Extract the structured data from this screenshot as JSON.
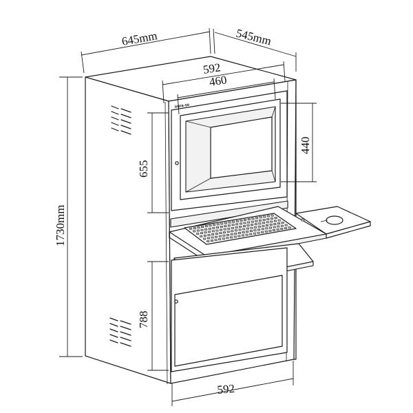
{
  "dimensions": {
    "overall_width": "645mm",
    "overall_depth": "545mm",
    "overall_height": "1730mm",
    "monitor_opening_width": "592",
    "monitor_screen_width": "460",
    "monitor_screen_height": "440",
    "monitor_door_height": "655",
    "lower_door_height": "788",
    "base_width": "592"
  },
  "brand_label": "intra-se"
}
